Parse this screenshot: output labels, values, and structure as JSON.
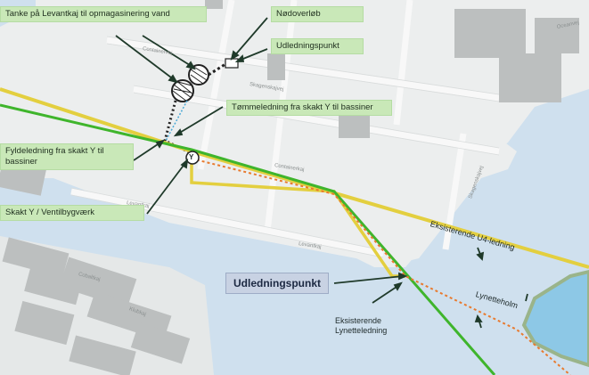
{
  "callouts": {
    "tanks": "Tanke på Levantkaj til opmagasinering vand",
    "emergency_overflow": "Nødoverløb",
    "discharge_point": "Udledningspunkt",
    "drain_line": "Tømmeledning fra skakt Y til bassiner",
    "fill_line": "Fyldeledning fra skakt Y til bassiner",
    "shaft": "Skakt Y / Ventilbygværk",
    "discharge_point_main": "Udledningspunkt"
  },
  "map_labels": {
    "existing_u4": "Eksisterende U4-ledning",
    "existing_lynette": "Eksisterende Lynetteledning",
    "lynetteholm": "Lynetteholm"
  },
  "street_labels": {
    "containervej": "Containervej",
    "skagenskajvej": "Skagenskajvej",
    "levantkaj": "Levantkaj",
    "containerkaj": "Containerkaj",
    "levantkaj_west": "Levantkaj",
    "cobaltkaj": "Cobaltkaj",
    "klubkaj": "Klubkaj",
    "skagenskajvej_east": "Skagenskajvej",
    "oceanvej": "Oceanvej"
  },
  "shaft_marker": "Y",
  "colors": {
    "water": "#cfe0ee",
    "land": "#eceeee",
    "building": "#bcbfbf",
    "road": "#f7f7f7",
    "green_line": "#3fb52c",
    "yellow_line": "#e3cf3f",
    "orange_line": "#e87a2e",
    "callout_green": "#c9e8b8",
    "callout_blue": "#c8d2e3"
  }
}
